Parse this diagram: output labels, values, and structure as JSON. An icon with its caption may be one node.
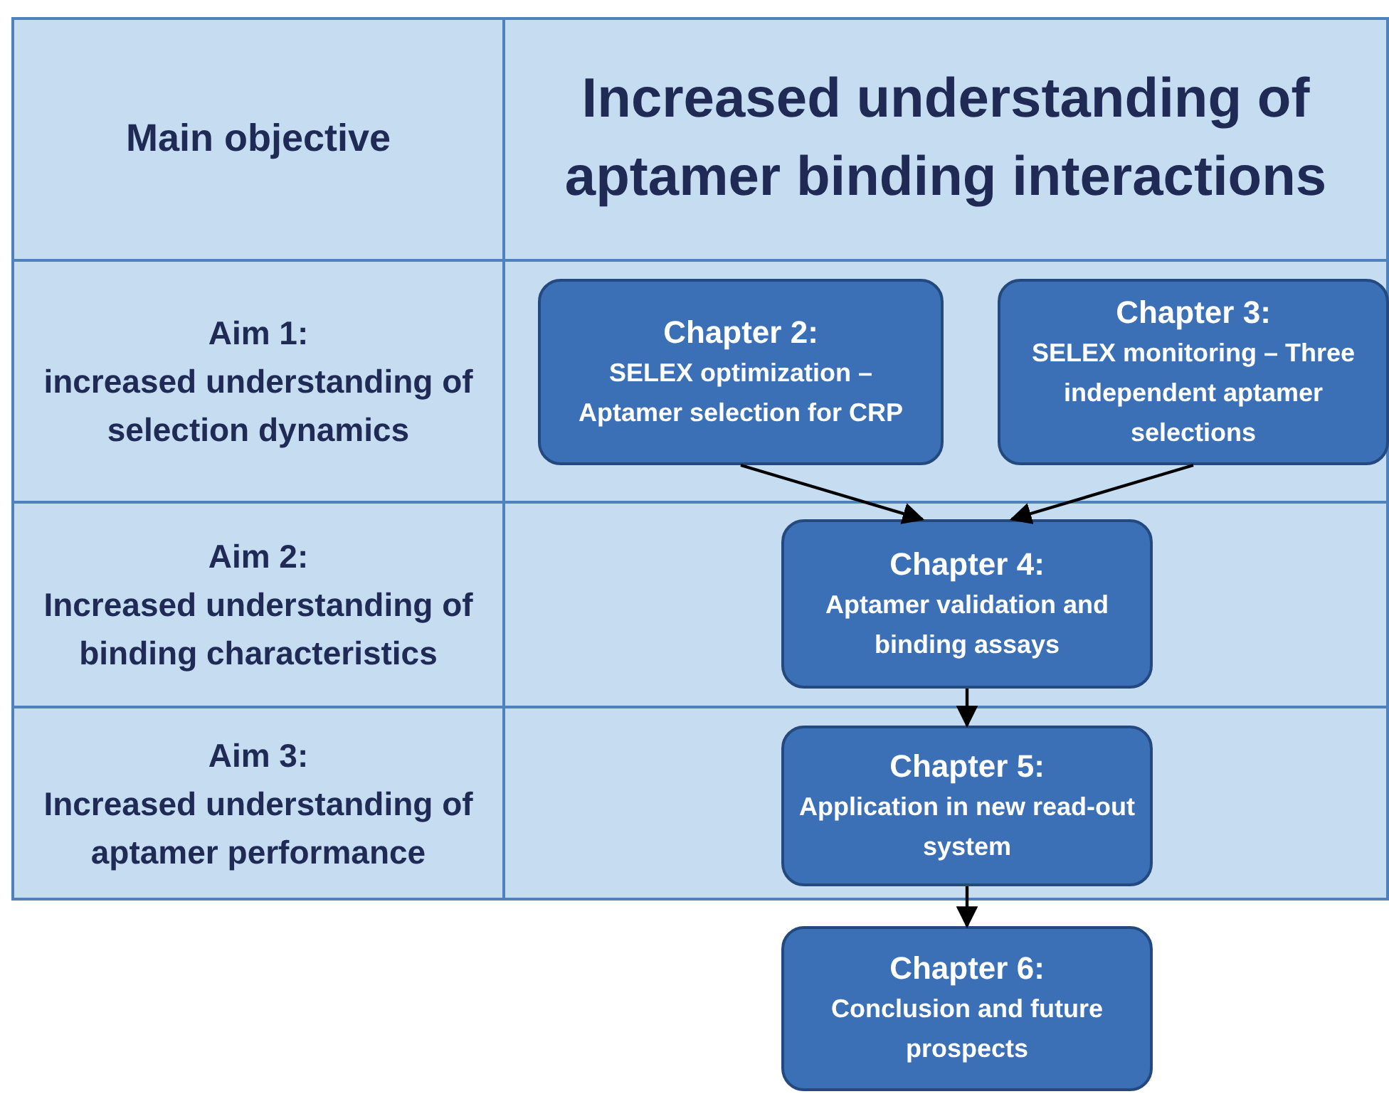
{
  "diagram": {
    "nodes": [
      {
        "text": [
          "Main objective"
        ]
      },
      {
        "text": [
          "Increased understanding of aptamer binding interactions"
        ]
      },
      {
        "text": [
          "Aim 1:",
          "increased understanding of selection dynamics"
        ]
      },
      {
        "text": [
          "Aim 2:",
          "Increased understanding of binding characteristics"
        ]
      },
      {
        "text": [
          "Aim 3:",
          "Increased understanding of aptamer performance"
        ]
      },
      {
        "text": [
          "Chapter 2:",
          "SELEX optimization – Aptamer selection for CRP"
        ]
      },
      {
        "text": [
          "Chapter 3:",
          "SELEX monitoring – Three independent aptamer selections"
        ]
      },
      {
        "text": [
          "Chapter 4:",
          "Aptamer validation and binding assays"
        ]
      },
      {
        "text": [
          "Chapter 5:",
          "Application in new read-out system"
        ]
      },
      {
        "text": [
          "Chapter 6:",
          "Conclusion and future prospects"
        ]
      }
    ],
    "edges": [
      {
        "from": 5,
        "to": 7,
        "arrow": "to"
      },
      {
        "from": 6,
        "to": 7,
        "arrow": "to"
      },
      {
        "from": 7,
        "to": 8,
        "arrow": "to"
      },
      {
        "from": 8,
        "to": 9,
        "arrow": "to"
      }
    ]
  }
}
